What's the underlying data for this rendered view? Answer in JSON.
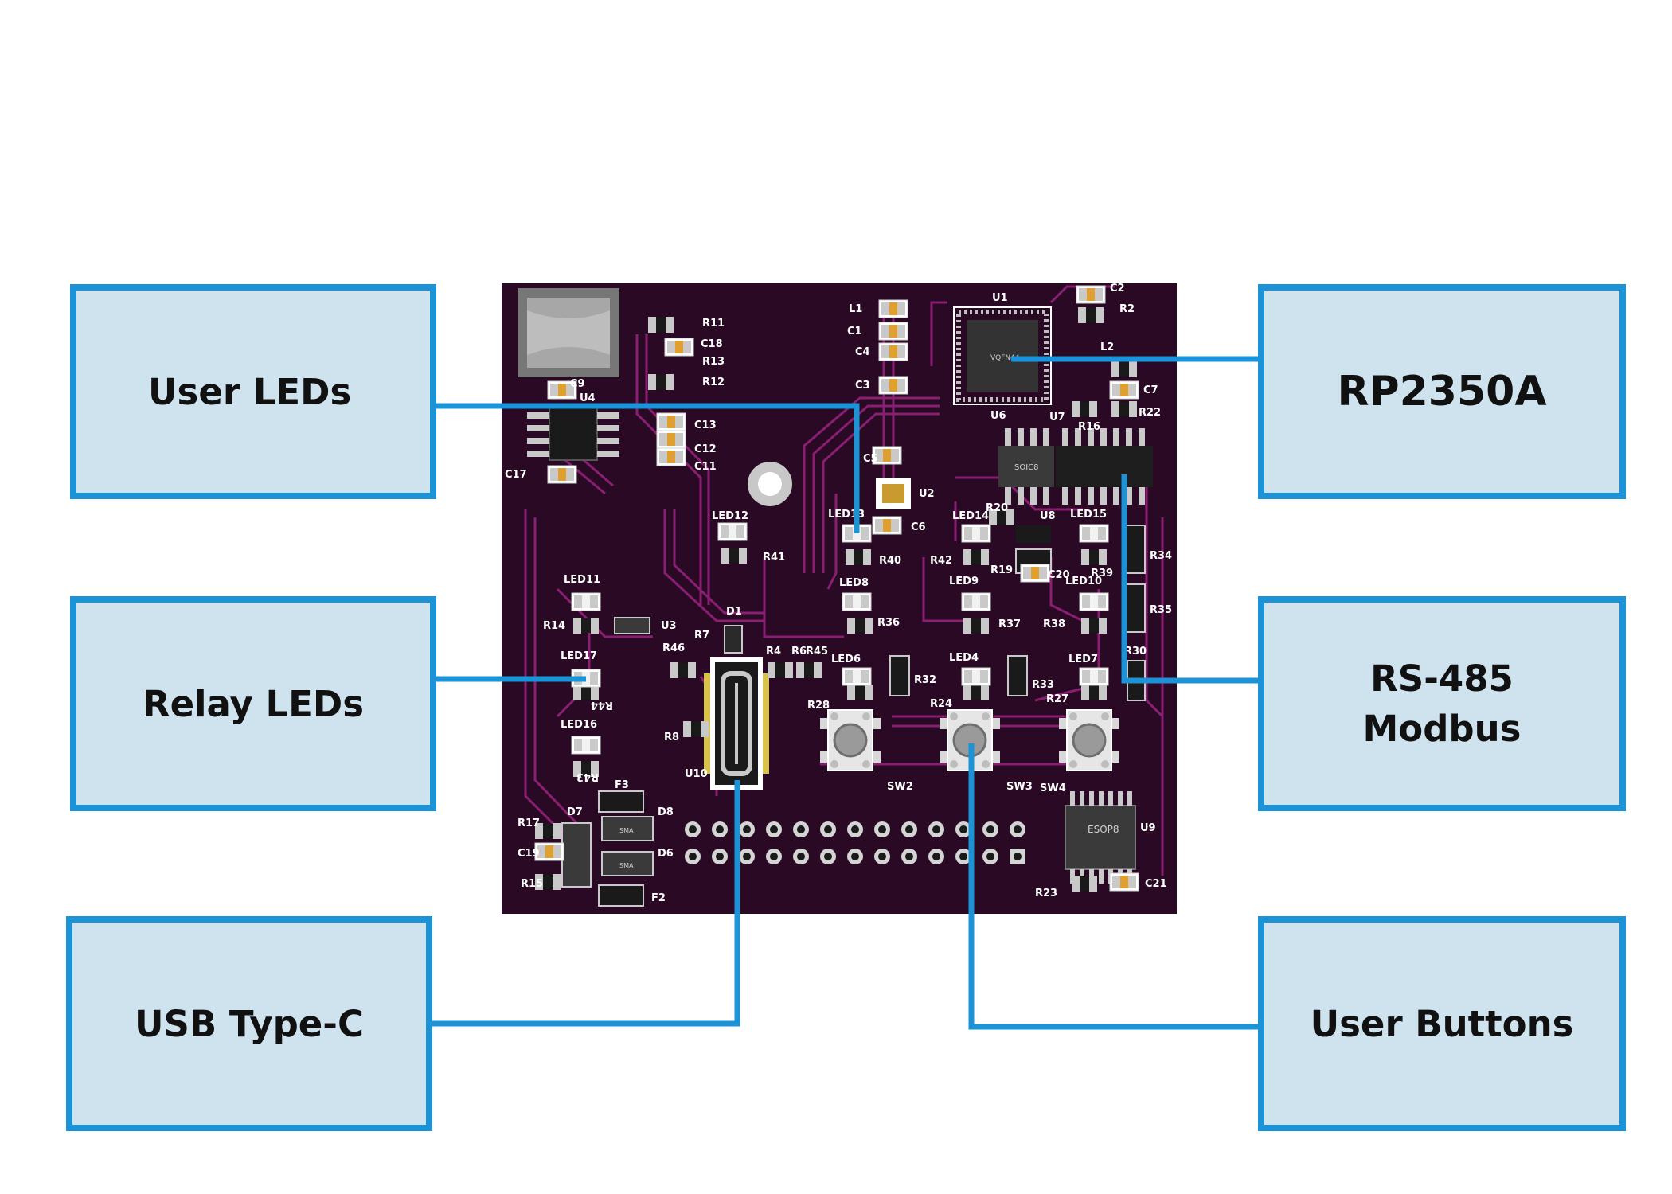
{
  "callouts": {
    "user_leds": "User LEDs",
    "relay_leds": "Relay LEDs",
    "usb_type_c": "USB Type-C",
    "rp2350a": "RP2350A",
    "rs485_modbus": "RS-485\nModbus",
    "user_buttons": "User Buttons"
  },
  "board_labels": {
    "u1": "U1",
    "u2": "U2",
    "u3": "U3",
    "u4": "U4",
    "u6": "U6",
    "u7": "U7",
    "u8": "U8",
    "u9": "U9",
    "u10": "U10",
    "qfn_marking": "VQFN44",
    "soic_marking": "SOIC8",
    "esop_marking": "ESOP8",
    "sma_marking": "SMA",
    "l1": "L1",
    "l2": "L2",
    "c1": "C1",
    "c2": "C2",
    "c3": "C3",
    "c4": "C4",
    "c5": "C5",
    "c6": "C6",
    "c7": "C7",
    "c9": "C9",
    "c11": "C11",
    "c12": "C12",
    "c13": "C13",
    "c17": "C17",
    "c18": "C18",
    "c19": "C19",
    "c20": "C20",
    "c21": "C21",
    "r2": "R2",
    "r4": "R4",
    "r6": "R6",
    "r7": "R7",
    "r8": "R8",
    "r11": "R11",
    "r12": "R12",
    "r13": "R13",
    "r14": "R14",
    "r15": "R15",
    "r16": "R16",
    "r17": "R17",
    "r19": "R19",
    "r20": "R20",
    "r22": "R22",
    "r23": "R23",
    "r24": "R24",
    "r27": "R27",
    "r28": "R28",
    "r30": "R30",
    "r32": "R32",
    "r33": "R33",
    "r34": "R34",
    "r35": "R35",
    "r36": "R36",
    "r37": "R37",
    "r38": "R38",
    "r39": "R39",
    "r40": "R40",
    "r41": "R41",
    "r42": "R42",
    "r43": "R43",
    "r44": "R44",
    "r45": "R45",
    "r46": "R46",
    "led4": "LED4",
    "led6": "LED6",
    "led7": "LED7",
    "led8": "LED8",
    "led9": "LED9",
    "led10": "LED10",
    "led11": "LED11",
    "led12": "LED12",
    "led13": "LED13",
    "led14": "LED14",
    "led15": "LED15",
    "led16": "LED16",
    "led17": "LED17",
    "d1": "D1",
    "d6": "D6",
    "d7": "D7",
    "d8": "D8",
    "f2": "F2",
    "f3": "F3",
    "sw2": "SW2",
    "sw3": "SW3",
    "sw4": "SW4"
  },
  "colors": {
    "callout_fill": "#cfe3ef",
    "callout_border": "#1b93d6",
    "leader_line": "#1b93d6",
    "pcb_base": "#2a0924",
    "pcb_trace": "#8a1e72",
    "pad": "#c9c9c9",
    "silkscreen": "#ffffff"
  }
}
